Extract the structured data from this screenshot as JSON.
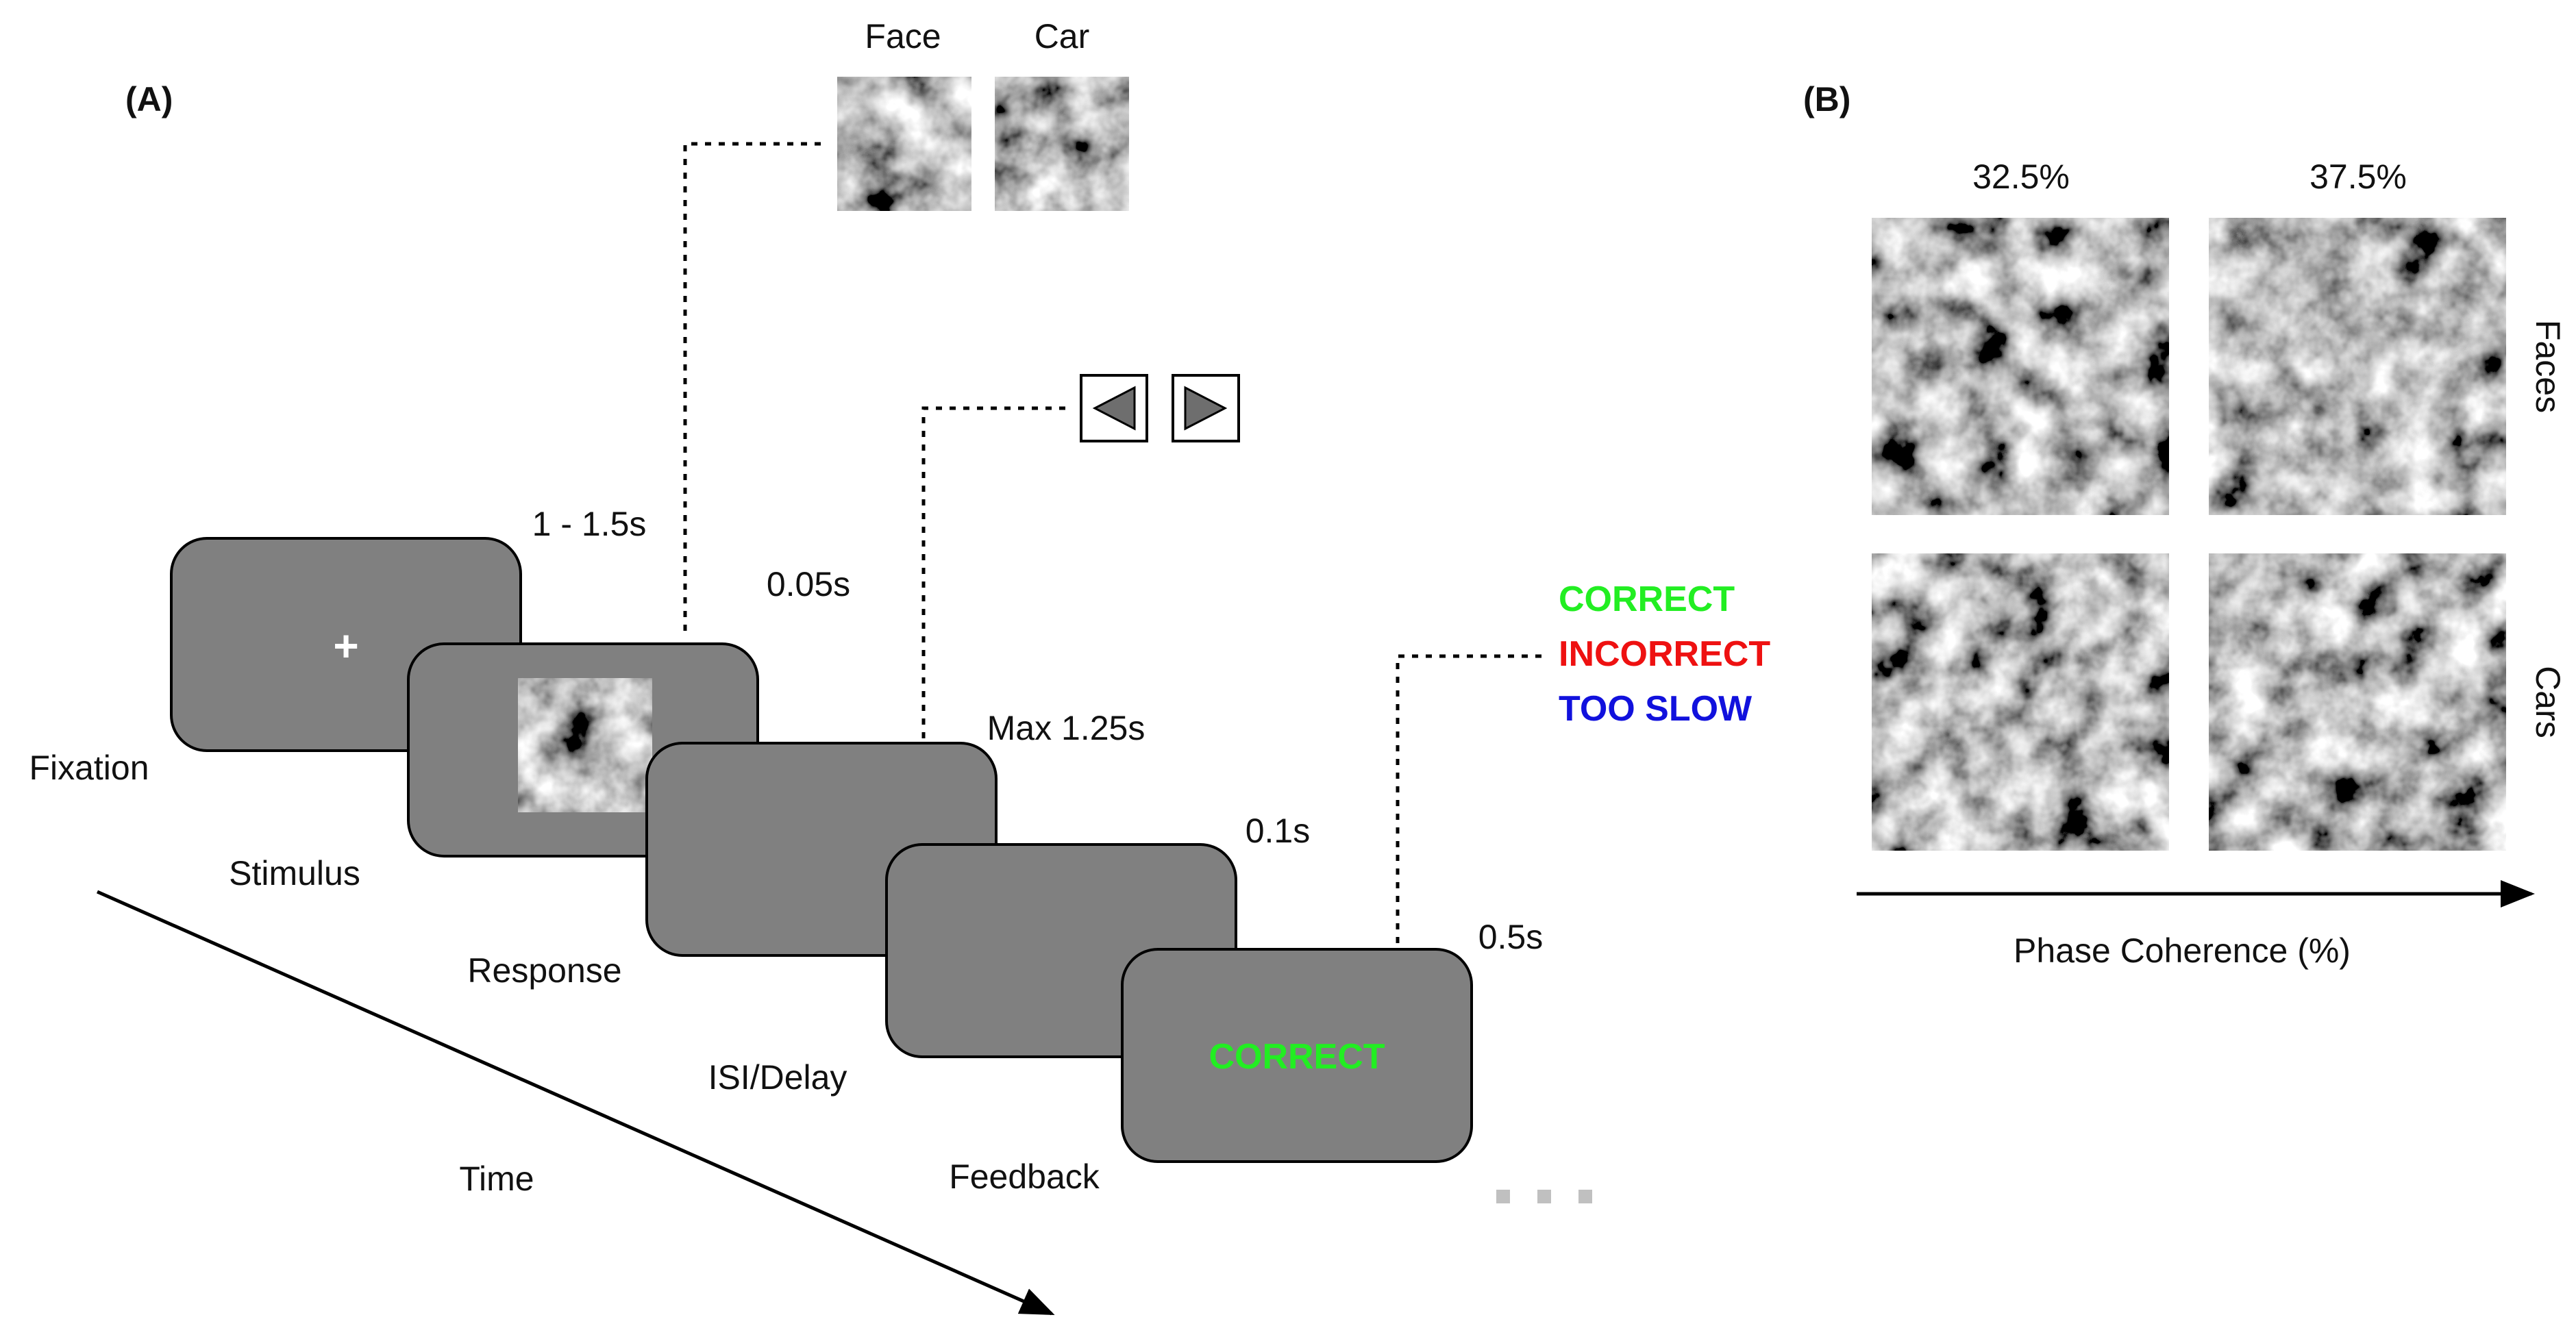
{
  "panels": {
    "a": "(A)",
    "b": "(B)"
  },
  "stimulus_examples": {
    "face": "Face",
    "car": "Car"
  },
  "screens": {
    "fixation": {
      "label": "Fixation",
      "duration": "1 - 1.5s",
      "symbol": "+"
    },
    "stimulus": {
      "label": "Stimulus",
      "duration": "0.05s"
    },
    "response": {
      "label": "Response",
      "duration": "Max 1.25s"
    },
    "isi": {
      "label": "ISI/Delay",
      "duration": "0.1s"
    },
    "feedback": {
      "label": "Feedback",
      "duration": "0.5s",
      "shown_text": "CORRECT"
    }
  },
  "feedback_options": [
    {
      "text": "CORRECT",
      "color": "#22ee22"
    },
    {
      "text": "INCORRECT",
      "color": "#ee1111"
    },
    {
      "text": "TOO SLOW",
      "color": "#1111dd"
    }
  ],
  "response_keys": [
    "left-arrow-icon",
    "right-arrow-icon"
  ],
  "time_axis": {
    "label": "Time"
  },
  "ellipsis": "...",
  "panel_b": {
    "columns": [
      "32.5%",
      "37.5%"
    ],
    "rows": [
      "Faces",
      "Cars"
    ],
    "axis_label": "Phase Coherence (%)"
  },
  "colors": {
    "screen": "#808080",
    "correct": "#22ee22",
    "incorrect": "#ee1111",
    "too_slow": "#1111dd",
    "ellipsis": "#c0c0c0"
  }
}
